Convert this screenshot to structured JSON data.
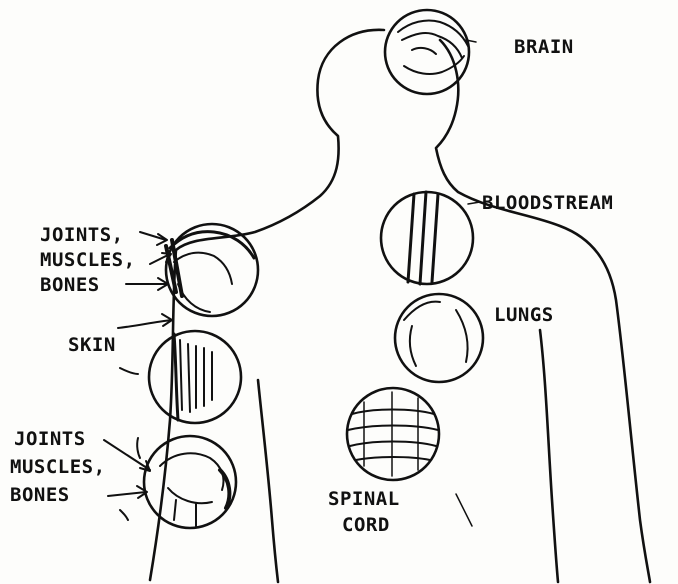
{
  "labels": {
    "brain": "BRAIN",
    "bloodstream": "BLOODSTREAM",
    "lungs": "LUNGS",
    "joints_upper_1": "JOINTS,",
    "joints_upper_2": "MUSCLES,",
    "joints_upper_3": "BONES",
    "skin": "SKIN",
    "joints_lower_1": "JOINTS",
    "joints_lower_2": "MUSCLES,",
    "joints_lower_3": "BONES",
    "spinal_1": "SPINAL",
    "spinal_2": "CORD"
  },
  "colors": {
    "ink": "#111111",
    "paper": "#fdfdfb"
  }
}
